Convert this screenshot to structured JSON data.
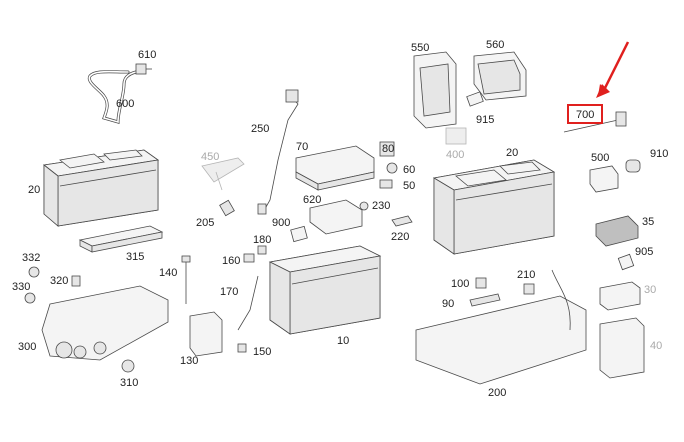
{
  "labels": {
    "p610": "610",
    "p600": "600",
    "p20a": "20",
    "p315": "315",
    "p450": "450",
    "p205": "205",
    "p250": "250",
    "p70": "70",
    "p550": "550",
    "p560": "560",
    "p915": "915",
    "p400": "400",
    "p80": "80",
    "p60": "60",
    "p50": "50",
    "p620": "620",
    "p230": "230",
    "p900": "900",
    "p220": "220",
    "p700": "700",
    "p20b": "20",
    "p500": "500",
    "p910": "910",
    "p35": "35",
    "p905": "905",
    "p30": "30",
    "p40": "40",
    "p332": "332",
    "p330": "330",
    "p320": "320",
    "p300": "300",
    "p310": "310",
    "p140": "140",
    "p180": "180",
    "p160": "160",
    "p170": "170",
    "p150": "150",
    "p130": "130",
    "p10": "10",
    "p100": "100",
    "p210": "210",
    "p90": "90",
    "p200": "200"
  },
  "highlight": {
    "part": "700",
    "color": "#e0201e"
  },
  "colors": {
    "line": "#4a4a4a",
    "inactive_label": "#aaaaaa"
  }
}
